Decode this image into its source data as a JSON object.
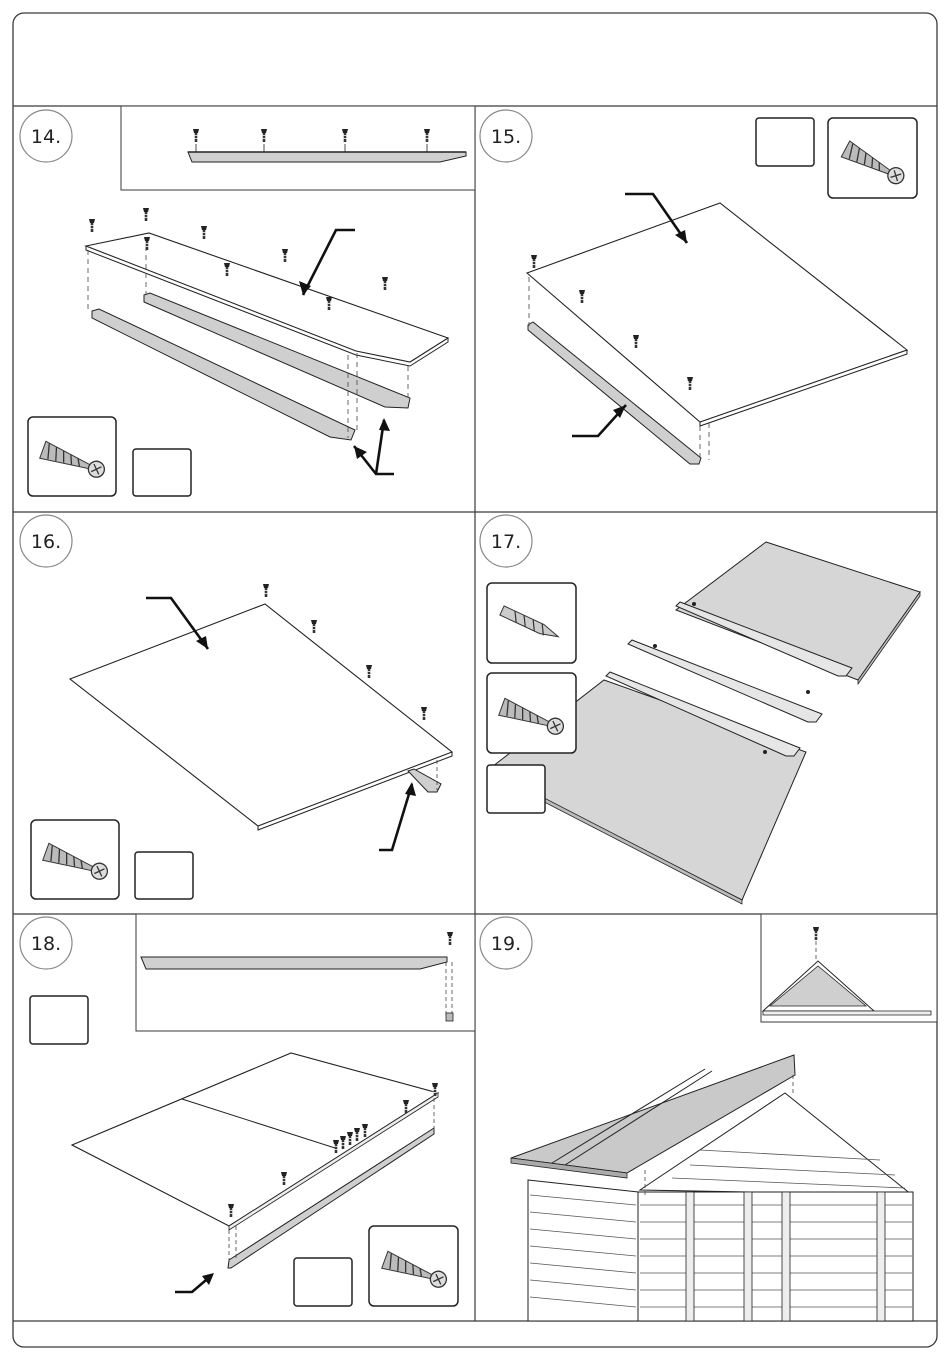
{
  "steps": [
    {
      "number": "14.",
      "icons": [
        "screw-icon"
      ],
      "blank_boxes": 1
    },
    {
      "number": "15.",
      "icons": [
        "screw-icon"
      ],
      "blank_boxes": 1
    },
    {
      "number": "16.",
      "icons": [
        "screw-icon"
      ],
      "blank_boxes": 1
    },
    {
      "number": "17.",
      "icons": [
        "drill-bit-icon",
        "screw-icon"
      ],
      "blank_boxes": 1
    },
    {
      "number": "18.",
      "icons": [
        "screw-icon"
      ],
      "blank_boxes": 2
    },
    {
      "number": "19.",
      "icons": [],
      "blank_boxes": 0
    }
  ],
  "colors": {
    "border": "#3a3a3a",
    "panel_fill": "#d6d6d6",
    "beam_fill": "#cfcfcf",
    "roof_gray": "#c9c9c9",
    "line": "#222222"
  }
}
